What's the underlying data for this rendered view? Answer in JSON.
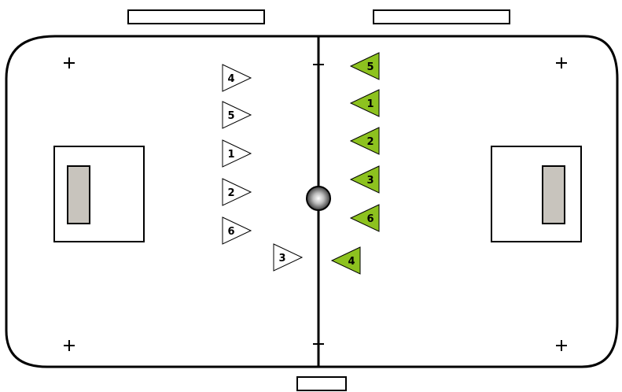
{
  "colors": {
    "background": "#ffffff",
    "line": "#000000",
    "goal_fill": "#c8c4bd",
    "home_player_fill": "#ffffff",
    "away_player_fill": "#8dc21f",
    "ball_light": "#ffffff",
    "ball_dark": "#3a3a3a"
  },
  "icons": {
    "ball": "ball-icon",
    "home_player": "triangle-right-icon",
    "away_player": "triangle-left-icon",
    "spot": "plus-icon"
  },
  "home_team": {
    "players": [
      {
        "number": "4"
      },
      {
        "number": "5"
      },
      {
        "number": "1"
      },
      {
        "number": "2"
      },
      {
        "number": "6"
      },
      {
        "number": "3"
      }
    ]
  },
  "away_team": {
    "players": [
      {
        "number": "5"
      },
      {
        "number": "1"
      },
      {
        "number": "2"
      },
      {
        "number": "3"
      },
      {
        "number": "6"
      },
      {
        "number": "4"
      }
    ]
  }
}
